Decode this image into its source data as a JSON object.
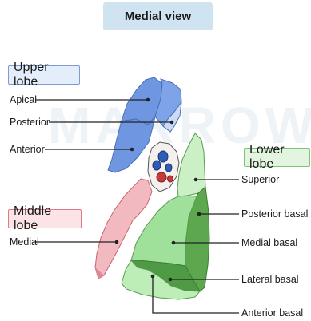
{
  "title": "Medial view",
  "watermark": "MARROW",
  "lobes": {
    "upper": "Upper lobe",
    "middle": "Middle lobe",
    "lower": "Lower lobe"
  },
  "segments": {
    "apical": "Apical",
    "posterior": "Posterior",
    "anterior": "Anterior",
    "medial": "Medial",
    "superior": "Superior",
    "posterior_basal": "Posterior basal",
    "medial_basal": "Medial basal",
    "lateral_basal": "Lateral basal",
    "anterior_basal": "Anterior basal"
  },
  "colors": {
    "upper_apical": "#7ea3e6",
    "upper_posterior": "#c9dbf6",
    "upper_anterior": "#6f97e1",
    "middle_medial": "#f2b9c0",
    "lower_superior": "#ccf0c6",
    "lower_posterior_basal": "#5da84f",
    "lower_medial_basal": "#9fe09a",
    "lower_lateral_basal": "#4f9a45",
    "lower_anterior_basal": "#bdeeb8",
    "outline": "#555555"
  }
}
